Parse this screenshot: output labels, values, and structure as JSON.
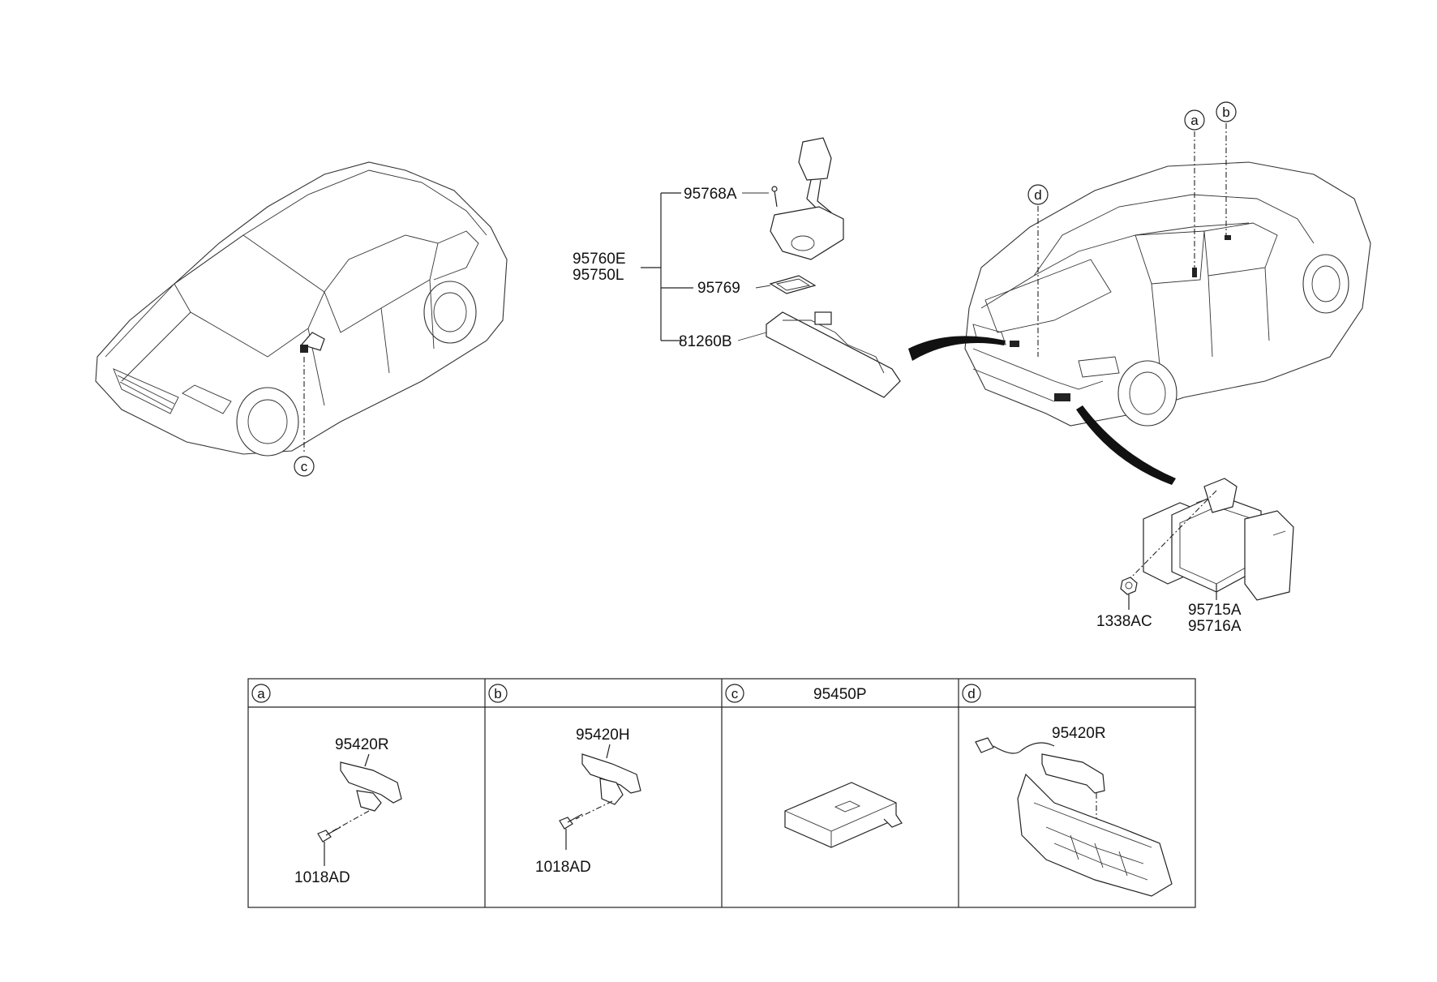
{
  "callouts": {
    "a": "a",
    "b": "b",
    "c": "c",
    "d": "d"
  },
  "camera_assembly": {
    "pn_95768A": "95768A",
    "pn_95760E": "95760E",
    "pn_95750L": "95750L",
    "pn_95769": "95769",
    "pn_81260B": "81260B"
  },
  "rear_unit": {
    "pn_1338AC": "1338AC",
    "pn_95715A": "95715A",
    "pn_95716A": "95716A"
  },
  "detail_table": {
    "cells": [
      {
        "key": "a",
        "header_pn": "",
        "parts": [
          "95420R",
          "1018AD"
        ]
      },
      {
        "key": "b",
        "header_pn": "",
        "parts": [
          "95420H",
          "1018AD"
        ]
      },
      {
        "key": "c",
        "header_pn": "95450P",
        "parts": []
      },
      {
        "key": "d",
        "header_pn": "",
        "parts": [
          "95420R"
        ]
      }
    ]
  },
  "colors": {
    "line": "#222222",
    "background": "#ffffff"
  }
}
